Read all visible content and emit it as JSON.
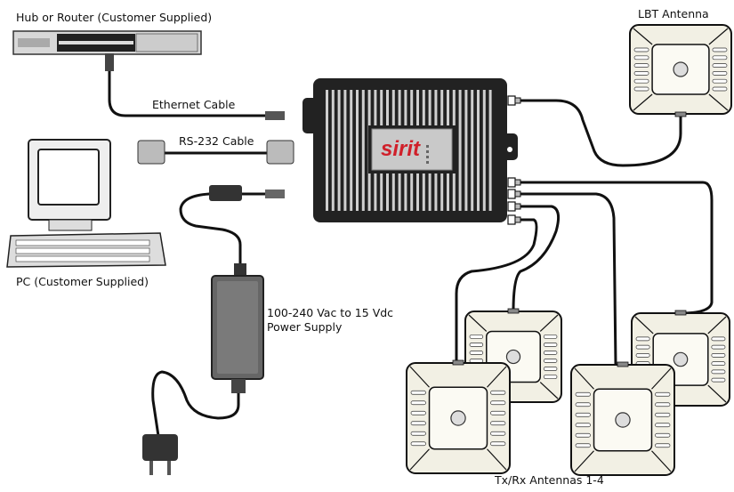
{
  "labels": {
    "hub": "Hub or Router (Customer Supplied)",
    "ethernet": "Ethernet Cable",
    "rs232": "RS-232 Cable",
    "pc": "PC (Customer Supplied)",
    "power_line1": "100-240 Vac to 15 Vdc",
    "power_line2": "Power Supply",
    "lbt": "LBT Antenna",
    "txrx": "Tx/Rx Antennas 1-4"
  },
  "reader": {
    "logo": "sirit"
  },
  "colors": {
    "reader_body": "#222222",
    "logo": "#d0202a",
    "antenna": "#f2f0e4",
    "cable": "#111111"
  }
}
